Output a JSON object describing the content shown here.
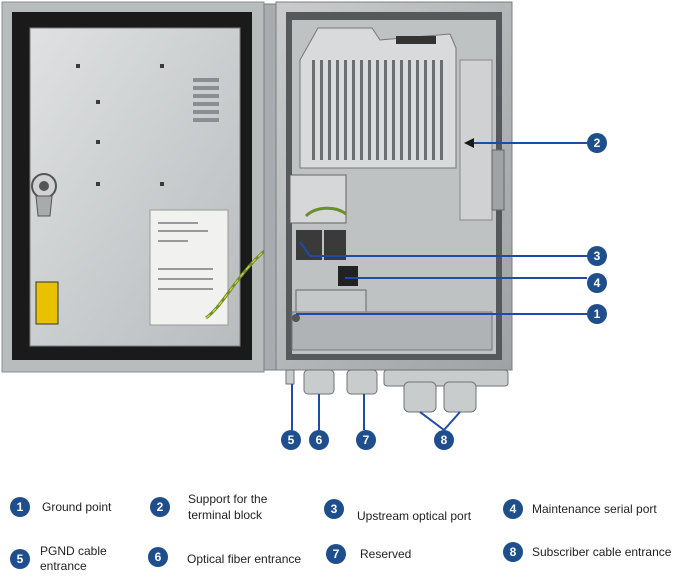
{
  "legend": [
    {
      "num": "1",
      "label": "Ground point"
    },
    {
      "num": "2",
      "label": "Support for the terminal block"
    },
    {
      "num": "3",
      "label": "Upstream optical port"
    },
    {
      "num": "4",
      "label": "Maintenance serial port"
    },
    {
      "num": "5",
      "label": "PGND cable entrance"
    },
    {
      "num": "6",
      "label": "Optical fiber entrance"
    },
    {
      "num": "7",
      "label": "Reserved"
    },
    {
      "num": "8",
      "label": "Subscriber cable entrance"
    }
  ],
  "callouts": [
    "1",
    "2",
    "3",
    "4",
    "5",
    "6",
    "7",
    "8"
  ],
  "colors": {
    "callout": "#1f4e8c",
    "line": "#1f4aa8"
  }
}
